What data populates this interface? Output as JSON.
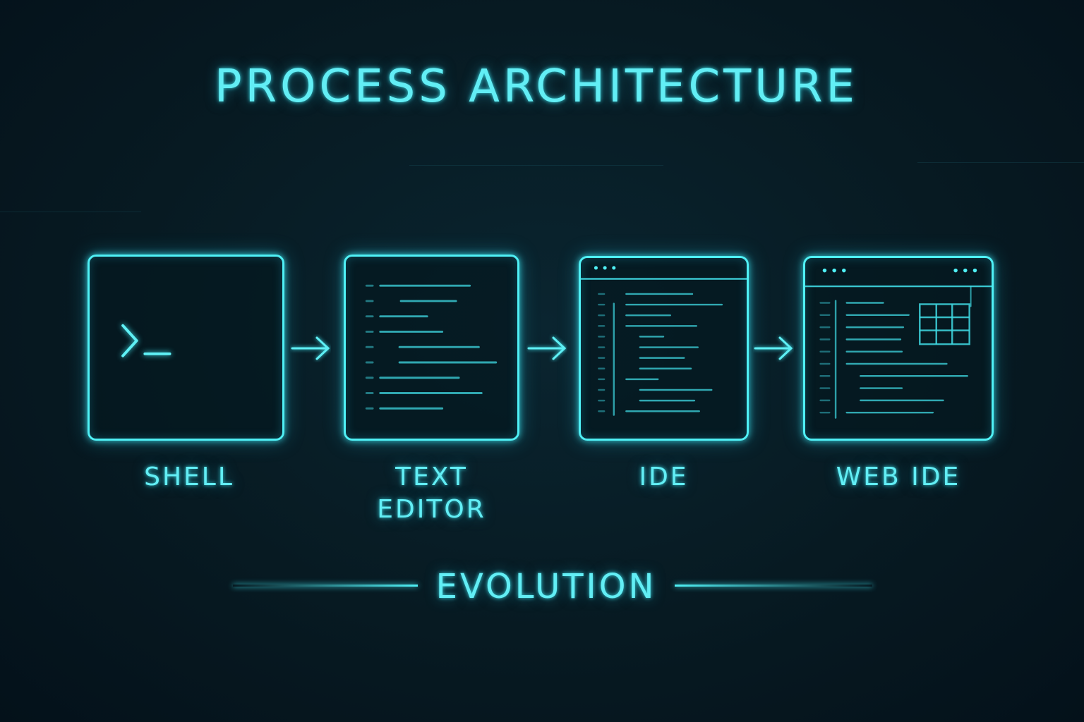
{
  "title": "PROCESS ARCHITECTURE",
  "stages": [
    {
      "label": "SHELL",
      "prompt": ">_"
    },
    {
      "label_line1": "TEXT",
      "label_line2": "EDITOR"
    },
    {
      "label": "IDE"
    },
    {
      "label": "WEB IDE"
    }
  ],
  "footer": "EVOLUTION",
  "colors": {
    "accent": "#4ff0f5",
    "background": "#071a22"
  }
}
